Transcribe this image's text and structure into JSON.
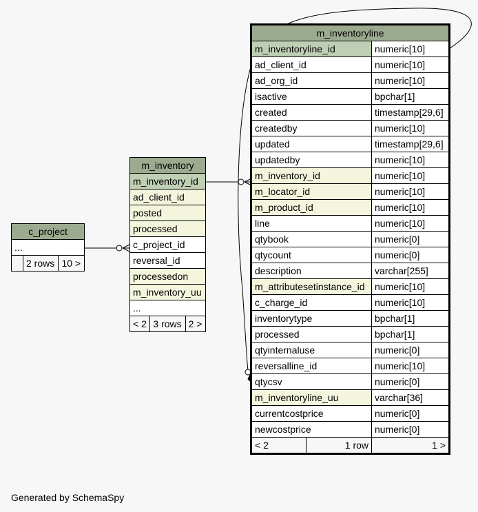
{
  "tables": {
    "c_project": {
      "name": "c_project",
      "rows": [
        "..."
      ],
      "footer": {
        "prev": "",
        "rows": "2 rows",
        "next": "10 >"
      }
    },
    "m_inventory": {
      "name": "m_inventory",
      "rows": [
        "m_inventory_id",
        "ad_client_id",
        "posted",
        "processed",
        "c_project_id",
        "reversal_id",
        "processedon",
        "m_inventory_uu",
        "..."
      ],
      "footer": {
        "prev": "< 2",
        "rows": "3 rows",
        "next": "2 >"
      }
    },
    "m_inventoryline": {
      "name": "m_inventoryline",
      "columns": [
        {
          "name": "m_inventoryline_id",
          "type": "numeric[10]"
        },
        {
          "name": "ad_client_id",
          "type": "numeric[10]"
        },
        {
          "name": "ad_org_id",
          "type": "numeric[10]"
        },
        {
          "name": "isactive",
          "type": "bpchar[1]"
        },
        {
          "name": "created",
          "type": "timestamp[29,6]"
        },
        {
          "name": "createdby",
          "type": "numeric[10]"
        },
        {
          "name": "updated",
          "type": "timestamp[29,6]"
        },
        {
          "name": "updatedby",
          "type": "numeric[10]"
        },
        {
          "name": "m_inventory_id",
          "type": "numeric[10]"
        },
        {
          "name": "m_locator_id",
          "type": "numeric[10]"
        },
        {
          "name": "m_product_id",
          "type": "numeric[10]"
        },
        {
          "name": "line",
          "type": "numeric[10]"
        },
        {
          "name": "qtybook",
          "type": "numeric[0]"
        },
        {
          "name": "qtycount",
          "type": "numeric[0]"
        },
        {
          "name": "description",
          "type": "varchar[255]"
        },
        {
          "name": "m_attributesetinstance_id",
          "type": "numeric[10]"
        },
        {
          "name": "c_charge_id",
          "type": "numeric[10]"
        },
        {
          "name": "inventorytype",
          "type": "bpchar[1]"
        },
        {
          "name": "processed",
          "type": "bpchar[1]"
        },
        {
          "name": "qtyinternaluse",
          "type": "numeric[0]"
        },
        {
          "name": "reversalline_id",
          "type": "numeric[10]"
        },
        {
          "name": "qtycsv",
          "type": "numeric[0]"
        },
        {
          "name": "m_inventoryline_uu",
          "type": "varchar[36]"
        },
        {
          "name": "currentcostprice",
          "type": "numeric[0]"
        },
        {
          "name": "newcostprice",
          "type": "numeric[0]"
        }
      ],
      "footer": {
        "prev": "< 2",
        "rows": "1 row",
        "next": "1 >"
      }
    }
  },
  "generated_by": "Generated by SchemaSpy"
}
